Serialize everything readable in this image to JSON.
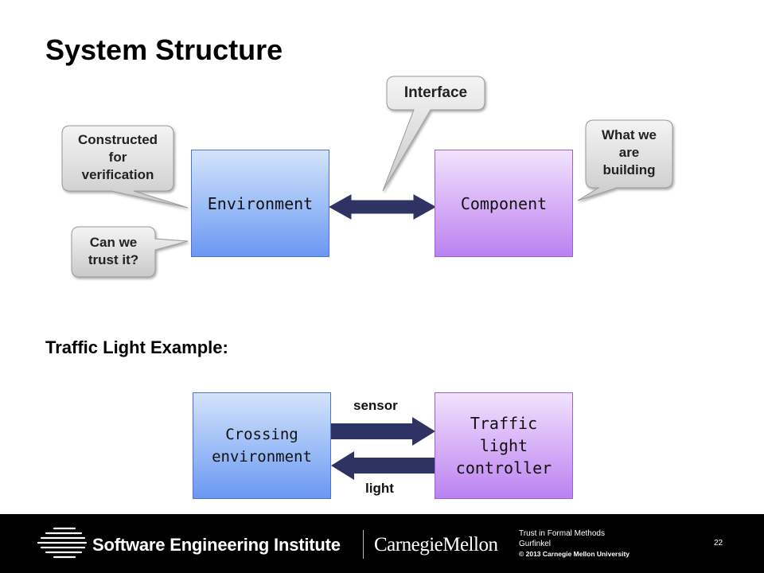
{
  "slide": {
    "title": "System Structure",
    "example_heading": "Traffic Light Example:"
  },
  "top_diagram": {
    "environment_label": "Environment",
    "component_label": "Component",
    "callouts": {
      "constructed": "Constructed\nfor\nverification",
      "trust": "Can we\ntrust it?",
      "interface": "Interface",
      "building": "What we\nare\nbuilding"
    }
  },
  "bottom_diagram": {
    "crossing_label": "Crossing\nenvironment",
    "controller_label": "Traffic\nlight\ncontroller",
    "sensor_label": "sensor",
    "light_label": "light"
  },
  "footer": {
    "sei_name": "Software Engineering Institute",
    "cmu_name": "CarnegieMellon",
    "course": "Trust in Formal Methods",
    "author": "Gurfinkel",
    "copyright": "© 2013 Carnegie Mellon University",
    "page_number": "22"
  },
  "colors": {
    "arrow_fill": "#2f3364",
    "callout_fill": "#dcdcdc",
    "blue_box": "#8fb1f5",
    "purple_box": "#cd9cf4",
    "footer_bg": "#000000"
  }
}
